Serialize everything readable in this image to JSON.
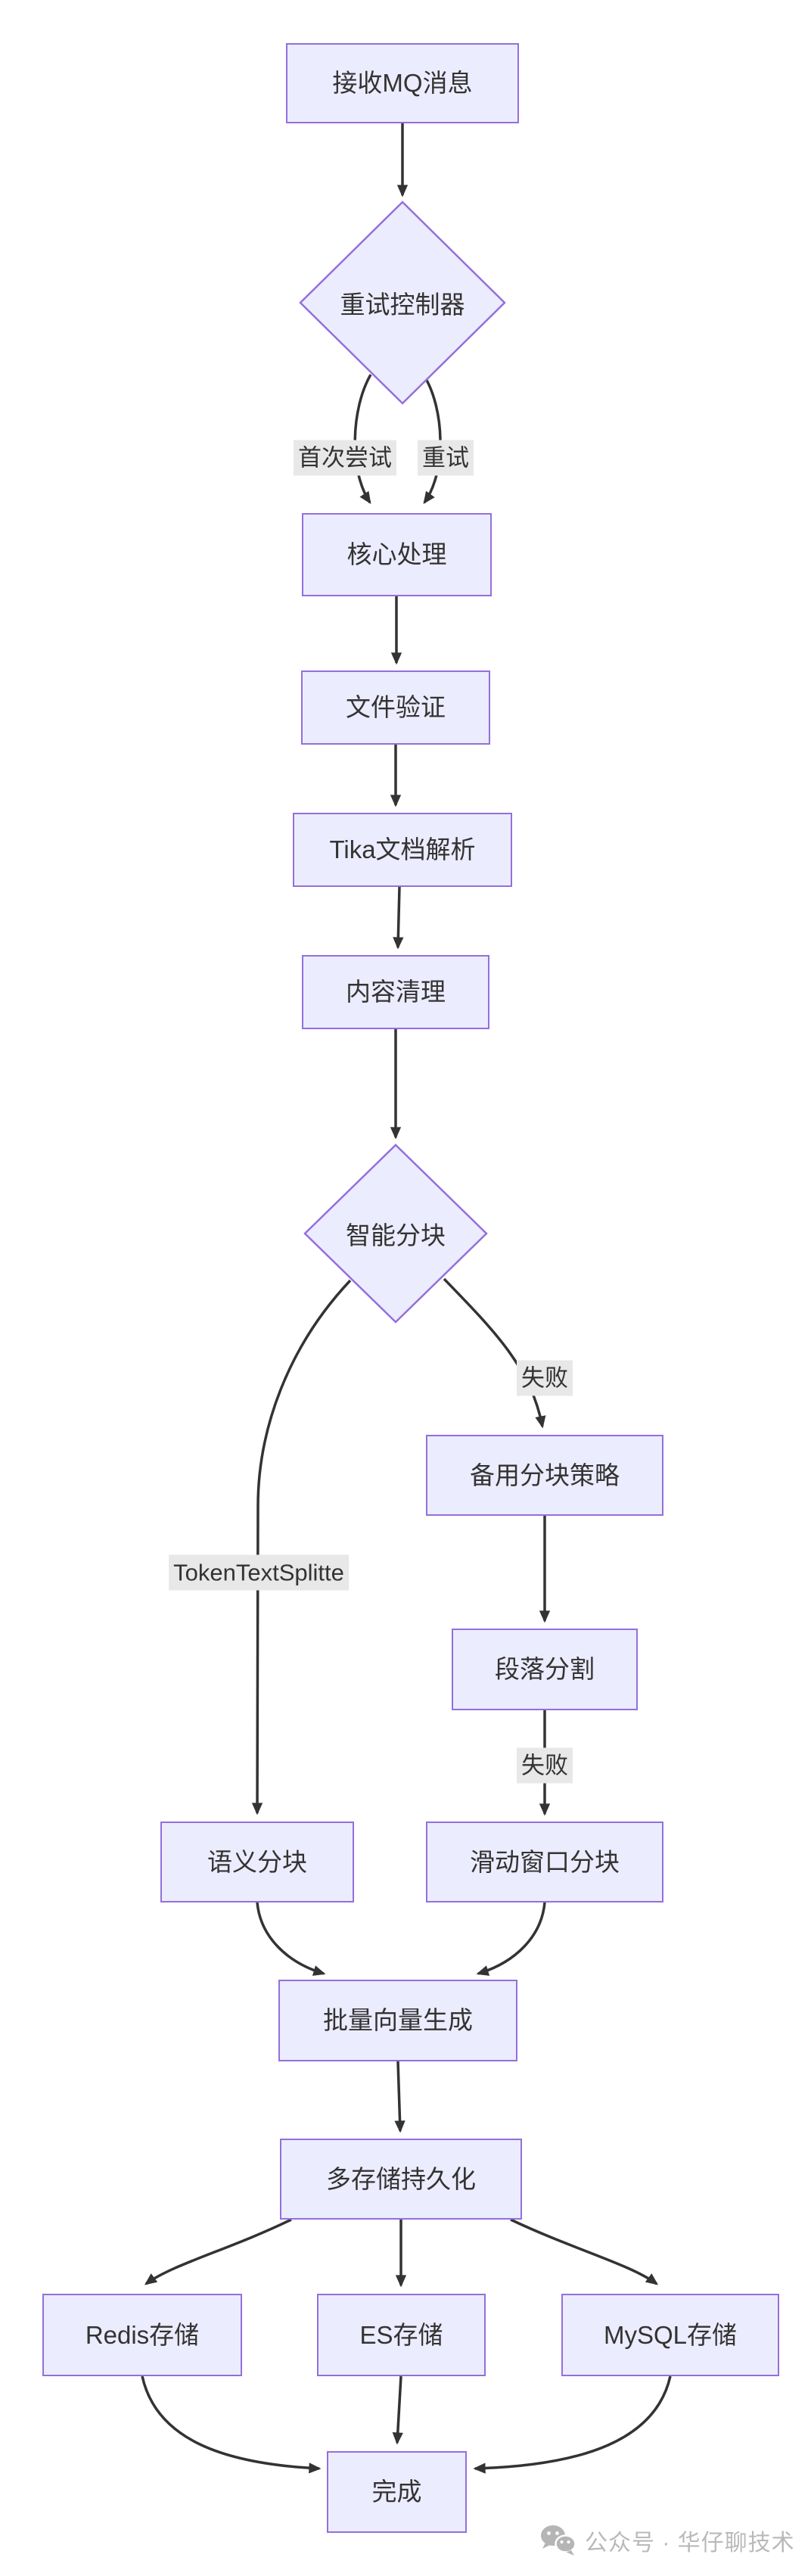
{
  "diagram": {
    "nodes": {
      "receive_mq": {
        "label": "接收MQ消息",
        "shape": "rect"
      },
      "retry_controller": {
        "label": "重试控制器",
        "shape": "diamond"
      },
      "core_processing": {
        "label": "核心处理",
        "shape": "rect"
      },
      "file_validation": {
        "label": "文件验证",
        "shape": "rect"
      },
      "tika_parsing": {
        "label": "Tika文档解析",
        "shape": "rect"
      },
      "content_cleanup": {
        "label": "内容清理",
        "shape": "rect"
      },
      "smart_chunking": {
        "label": "智能分块",
        "shape": "diamond"
      },
      "backup_strategy": {
        "label": "备用分块策略",
        "shape": "rect"
      },
      "paragraph_split": {
        "label": "段落分割",
        "shape": "rect"
      },
      "semantic_chunking": {
        "label": "语义分块",
        "shape": "rect"
      },
      "sliding_window": {
        "label": "滑动窗口分块",
        "shape": "rect"
      },
      "batch_vector": {
        "label": "批量向量生成",
        "shape": "rect"
      },
      "multi_storage": {
        "label": "多存储持久化",
        "shape": "rect"
      },
      "redis_storage": {
        "label": "Redis存储",
        "shape": "rect"
      },
      "es_storage": {
        "label": "ES存储",
        "shape": "rect"
      },
      "mysql_storage": {
        "label": "MySQL存储",
        "shape": "rect"
      },
      "complete": {
        "label": "完成",
        "shape": "rect"
      }
    },
    "edge_labels": {
      "first_attempt": "首次尝试",
      "retry": "重试",
      "fail_1": "失败",
      "token_splitter": "TokenTextSplitte",
      "fail_2": "失败"
    },
    "colors": {
      "node_fill": "#ECECFF",
      "node_border": "#9370DB",
      "edge_stroke": "#333333",
      "edge_label_bg": "#e8e8e8",
      "text": "#333333",
      "watermark_text": "#b9b9b9"
    },
    "watermark": {
      "icon": "wechat-icon",
      "text": "公众号 · 华仔聊技术"
    }
  }
}
